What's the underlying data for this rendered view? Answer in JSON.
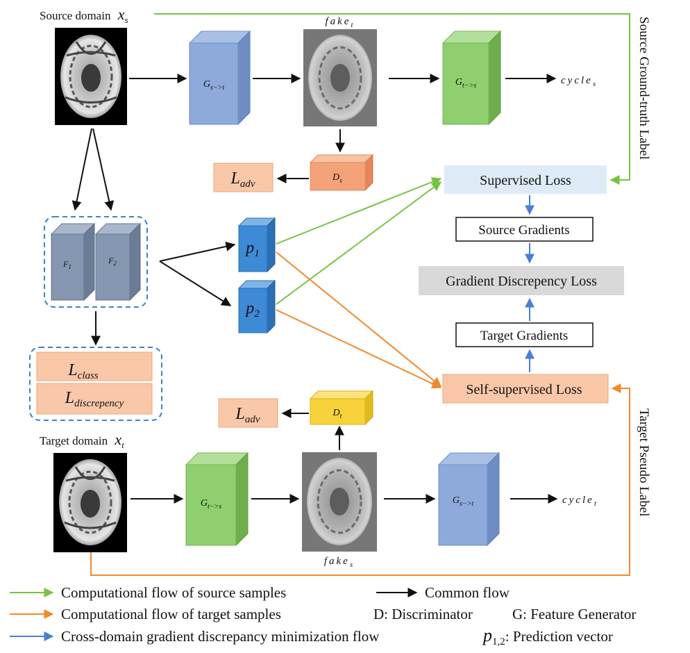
{
  "source": {
    "domain_label": "Source domain",
    "domain_var": "x",
    "domain_sub": "s",
    "gen1": {
      "label": "G",
      "sub": "s−>t"
    },
    "fake": {
      "label": "fake",
      "sub": "t"
    },
    "gen2": {
      "label": "G",
      "sub": "t−>s"
    },
    "cycle": {
      "label": "cycle",
      "sub": "s"
    },
    "disc": {
      "label": "D",
      "sub": "s"
    },
    "adv": {
      "label": "L",
      "sub": "adv"
    }
  },
  "target": {
    "domain_label": "Target domain",
    "domain_var": "x",
    "domain_sub": "t",
    "gen1": {
      "label": "G",
      "sub": "t−>s"
    },
    "fake": {
      "label": "fake",
      "sub": "s"
    },
    "gen2": {
      "label": "G",
      "sub": "s−>t"
    },
    "cycle": {
      "label": "cycle",
      "sub": "t"
    },
    "disc": {
      "label": "D",
      "sub": "t"
    },
    "adv": {
      "label": "L",
      "sub": "adv"
    }
  },
  "feature": {
    "f1": {
      "label": "F",
      "sub": "1"
    },
    "f2": {
      "label": "F",
      "sub": "2"
    },
    "p1": {
      "label": "p",
      "sub": "1"
    },
    "p2": {
      "label": "p",
      "sub": "2"
    },
    "loss_class": {
      "label": "L",
      "sub": "class"
    },
    "loss_disc": {
      "label": "L",
      "sub": "discrepency"
    }
  },
  "losses": {
    "supervised": "Supervised Loss",
    "source_gradients": "Source Gradients",
    "gradient_discrepancy": "Gradient Discrepency Loss",
    "target_gradients": "Target Gradients",
    "self_supervised": "Self-supervised Loss"
  },
  "side_labels": {
    "source_gt": "Source Ground-truth Label",
    "target_pseudo": "Target Pseudo Label"
  },
  "legend": {
    "green": "Computational flow of source samples",
    "black": "Common flow",
    "orange": "Computational flow of target samples",
    "disc": "D: Discriminator",
    "gen": "G: Feature Generator",
    "blue": "Cross-domain gradient discrepancy minimization flow",
    "pred_var": "p",
    "pred_sub": "1,2",
    "pred_text": ": Prediction vector"
  },
  "colors": {
    "green": "#7ac143",
    "orange": "#f08a2c",
    "blue": "#4a7fd4",
    "black": "#111111",
    "gen_blue": "#8eaadb",
    "gen_green": "#8fcf6f",
    "disc_orange": "#f4a27a",
    "disc_yellow": "#f8d23a",
    "pred_blue": "#3d8ad6",
    "feat_gray": "#8496b0",
    "loss_peach": "#f9c8a9",
    "sup_lightblue": "#deebf7",
    "gdl_gray": "#d9d9d9"
  }
}
